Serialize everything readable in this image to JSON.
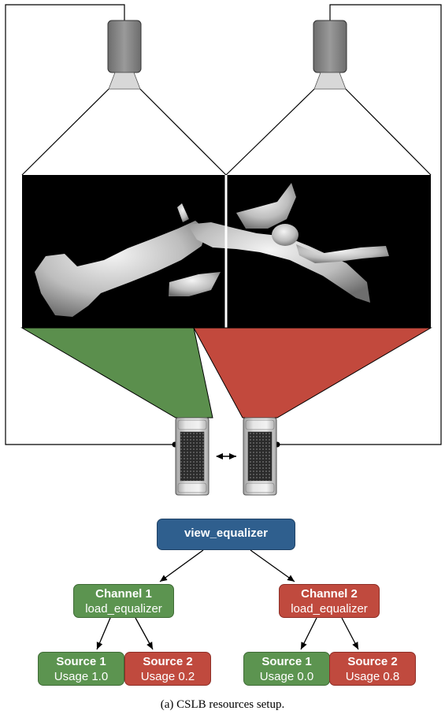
{
  "diagram": {
    "root": {
      "label": "view_equalizer",
      "color": "#2f5f8e"
    },
    "channels": [
      {
        "title": "Channel 1",
        "subtitle": "load_equalizer",
        "color": "#5c9450",
        "sources": [
          {
            "title": "Source 1",
            "usage": "Usage 1.0",
            "color": "#5c9450"
          },
          {
            "title": "Source 2",
            "usage": "Usage 0.2",
            "color": "#c04a3e"
          }
        ]
      },
      {
        "title": "Channel 2",
        "subtitle": "load_equalizer",
        "color": "#c04a3e",
        "sources": [
          {
            "title": "Source 1",
            "usage": "Usage 0.0",
            "color": "#5c9450"
          },
          {
            "title": "Source 2",
            "usage": "Usage 0.8",
            "color": "#c04a3e"
          }
        ]
      }
    ],
    "projectors": [
      "projector-left",
      "projector-right"
    ],
    "computers": [
      "computer-left",
      "computer-right"
    ],
    "render": "statue rendering on black screen"
  },
  "colors": {
    "green_region": "#5b8f4d",
    "red_region": "#c2493d",
    "screen": "#000000"
  },
  "caption": "(a) CSLB resources setup."
}
